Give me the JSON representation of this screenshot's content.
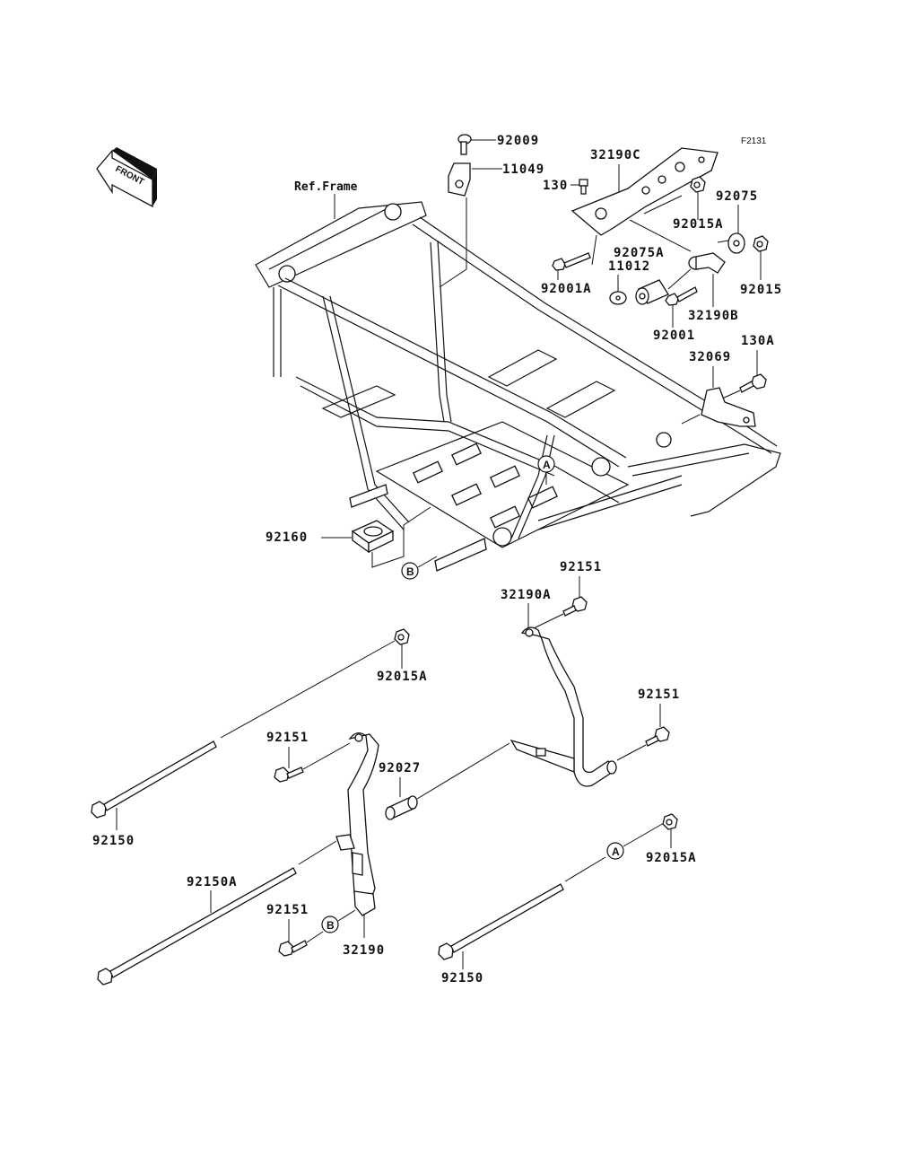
{
  "figure": {
    "figure_id": "F2131",
    "front_indicator": "FRONT",
    "reference_label": "Ref.Frame"
  },
  "parts": {
    "p92009": "92009",
    "p11049": "11049",
    "p32190C": "32190C",
    "p130": "130",
    "p92015A_top": "92015A",
    "p92075": "92075",
    "p92075A": "92075A",
    "p92001A": "92001A",
    "p11012": "11012",
    "p92015": "92015",
    "p32190B": "32190B",
    "p92001": "92001",
    "p130A": "130A",
    "p32069": "32069",
    "p92160": "92160",
    "p92151_a": "92151",
    "p32190A": "32190A",
    "p92015A_mid": "92015A",
    "p92151_b": "92151",
    "p92151_c": "92151",
    "p92027": "92027",
    "p92150_a": "92150",
    "p92150A": "92150A",
    "p92151_d": "92151",
    "p32190": "32190",
    "p92015A_bot": "92015A",
    "p92150_b": "92150"
  },
  "callouts": {
    "A_frame": "A",
    "B_frame": "B",
    "A_bolt": "A",
    "B_bolt": "B"
  }
}
